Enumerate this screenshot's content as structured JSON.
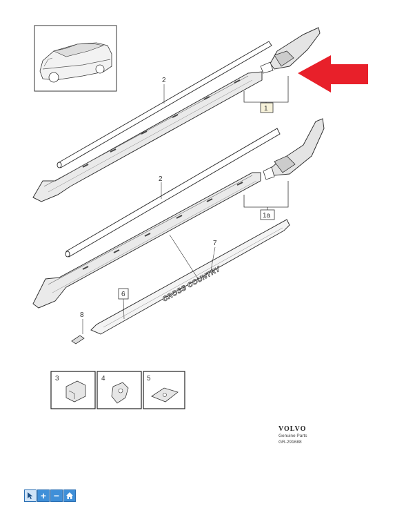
{
  "diagram": {
    "callouts": {
      "part_1": "1",
      "part_1a": "1a",
      "part_2_top": "2",
      "part_2_bottom": "2",
      "part_3": "3",
      "part_4": "4",
      "part_5": "5",
      "part_6": "6",
      "part_7": "7",
      "part_8": "8"
    },
    "emblem_text": "CROSS COUNTRY",
    "arrow_color": "#e8202a"
  },
  "brand": {
    "name": "VOLVO",
    "tagline": "Genuine Parts",
    "ref": "GR-291688"
  },
  "toolbar": {
    "items": [
      {
        "icon": "pointer-icon"
      },
      {
        "icon": "plus-icon",
        "label": "+"
      },
      {
        "icon": "minus-icon",
        "label": "−"
      },
      {
        "icon": "home-icon"
      }
    ]
  }
}
